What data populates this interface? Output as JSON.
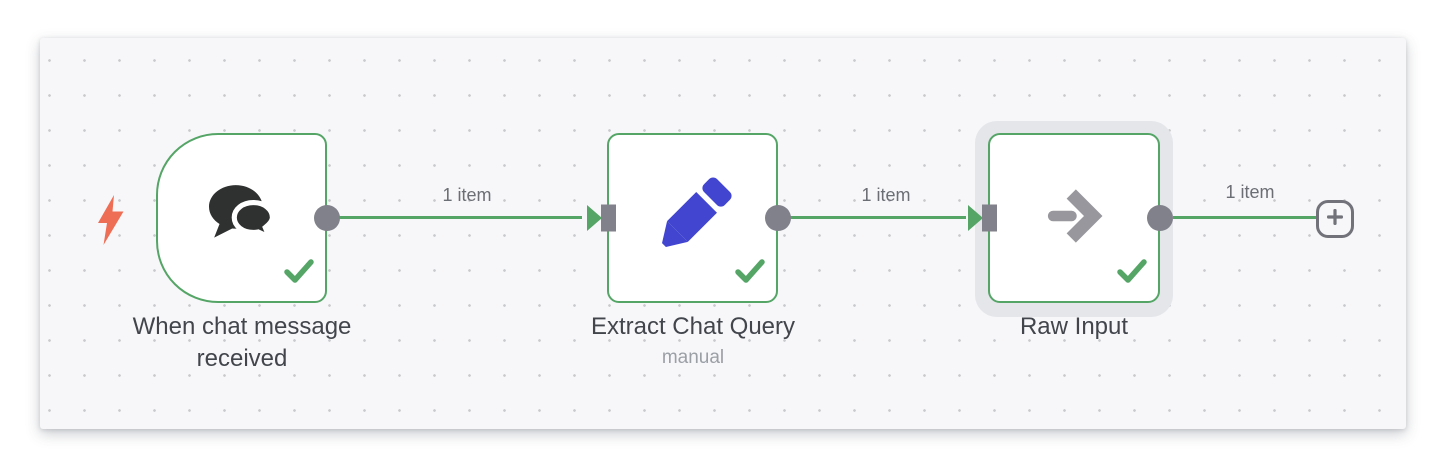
{
  "app": "workflow-editor",
  "colors": {
    "green": "#55a567",
    "connector-gray": "#80818a",
    "node-bg": "#ffffff",
    "canvas-bg": "#f7f7f9",
    "dot": "#c9cace",
    "title": "#42464c",
    "subtitle": "#9ba0a6",
    "label": "#6b6e74",
    "bolt": "#ee6d55",
    "pencil-blue": "#4145cf",
    "arrow-gray": "#97979d",
    "chat-dark": "#2f3030",
    "plus-gray": "#71727a",
    "halo": "#e4e6ea"
  },
  "nodes": [
    {
      "title": "When chat message received",
      "subtitle": "",
      "icon": "chat-bubbles-icon",
      "shape": "trigger-rounded-left",
      "status": "success",
      "trigger_indicator": "lightning-bolt-icon",
      "selected": false
    },
    {
      "title": "Extract Chat Query",
      "subtitle": "manual",
      "icon": "pencil-icon",
      "shape": "square",
      "status": "success",
      "selected": false
    },
    {
      "title": "Raw Input",
      "subtitle": "",
      "icon": "arrow-right-icon",
      "shape": "square",
      "status": "success",
      "selected": true
    }
  ],
  "connections": [
    {
      "from": 0,
      "to": 1,
      "label": "1 item"
    },
    {
      "from": 1,
      "to": 2,
      "label": "1 item"
    },
    {
      "from": 2,
      "to": "add-button",
      "label": "1 item"
    }
  ],
  "add_node_button": {
    "icon": "plus-icon"
  }
}
